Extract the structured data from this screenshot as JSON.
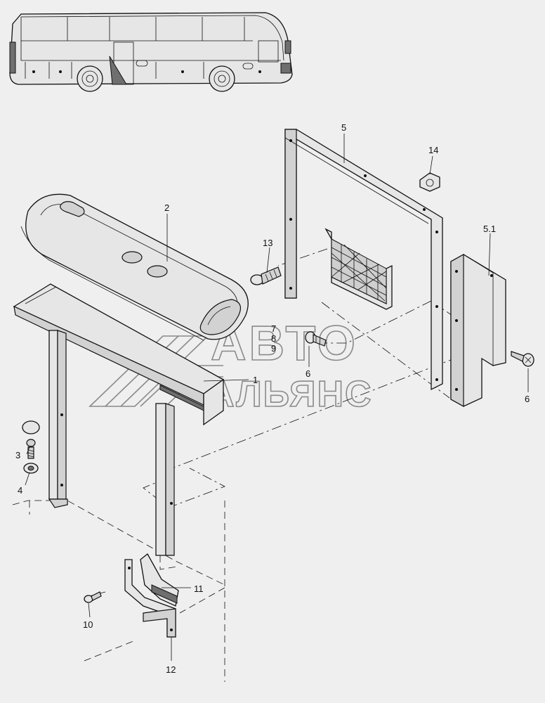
{
  "callouts": [
    {
      "id": "1",
      "text": "1"
    },
    {
      "id": "2",
      "text": "2"
    },
    {
      "id": "3",
      "text": "3"
    },
    {
      "id": "4",
      "text": "4"
    },
    {
      "id": "5",
      "text": "5"
    },
    {
      "id": "5.1",
      "text": "5.1"
    },
    {
      "id": "6a",
      "text": "6"
    },
    {
      "id": "6b",
      "text": "6"
    },
    {
      "id": "7",
      "text": "7"
    },
    {
      "id": "8",
      "text": "8"
    },
    {
      "id": "9",
      "text": "9"
    },
    {
      "id": "10",
      "text": "10"
    },
    {
      "id": "11",
      "text": "11"
    },
    {
      "id": "12",
      "text": "12"
    },
    {
      "id": "13",
      "text": "13"
    },
    {
      "id": "14",
      "text": "14"
    }
  ],
  "watermark": {
    "line1": "АВТО",
    "line2": "АЛЬЯНС"
  }
}
